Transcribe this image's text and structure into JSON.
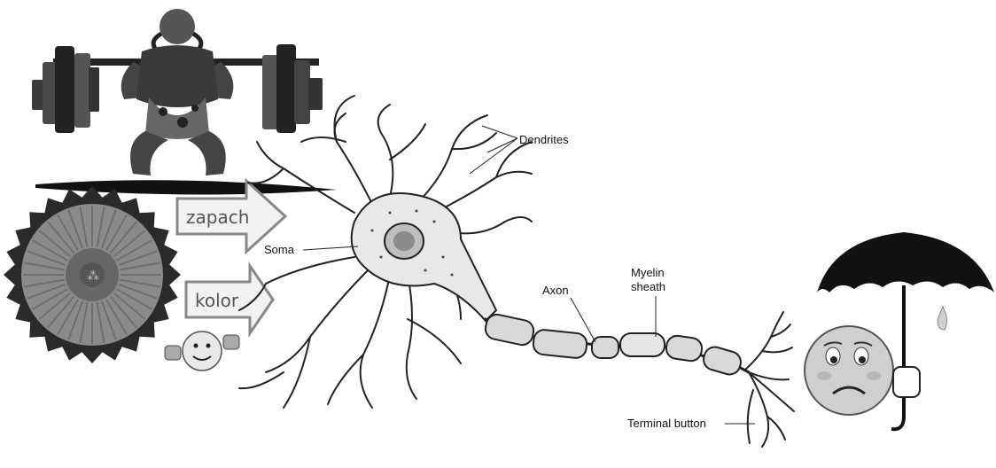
{
  "arrows": {
    "smell": "zapach",
    "color": "kolor"
  },
  "neuron_labels": {
    "dendrites": "Dendrites",
    "soma": "Soma",
    "axon": "Axon",
    "myelin_line1": "Myelin",
    "myelin_line2": "sheath",
    "terminal": "Terminal button"
  },
  "icons": {
    "weightlifter": "weightlifter-icon",
    "flower": "flower-icon",
    "smiley": "thumbs-up-smiley-icon",
    "sad_face": "sad-face-umbrella-icon"
  }
}
